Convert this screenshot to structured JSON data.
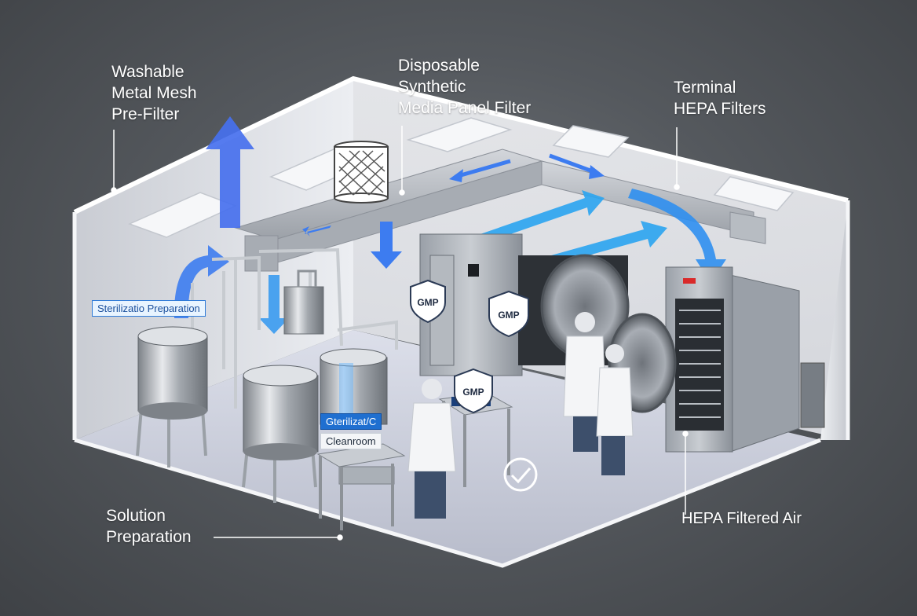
{
  "callouts": {
    "prefilter": [
      "Washable",
      "Metal Mesh",
      "Pre-Filter"
    ],
    "panel_filter": [
      "Disposable",
      "Synthetic",
      "Media Panel Filter"
    ],
    "hepa_terminal": [
      "Terminal",
      "HEPA Filters"
    ],
    "solution_prep": [
      "Solution",
      "Preparation"
    ],
    "hepa_air": [
      "HEPA Filtered Air"
    ]
  },
  "tags": {
    "sterilization_prep": "Sterilizatio Preparation",
    "sterilization_c": "Gterilizat/C",
    "cleanroom": "Cleanroom"
  },
  "badges": {
    "gmp_1": "GMP",
    "gmp_2": "GMP",
    "gmp_3": "GMP"
  },
  "colors": {
    "background": "#55595e",
    "airflow_blue": "#3d7cf0",
    "airflow_cyan": "#2aa4f0",
    "room_wall": "#e6e8ee",
    "floor": "#c9ccd9",
    "steel": "#b8bcc2"
  },
  "icons": [
    "mesh-filter-icon",
    "gmp-shield-icon",
    "check-circle-icon"
  ]
}
